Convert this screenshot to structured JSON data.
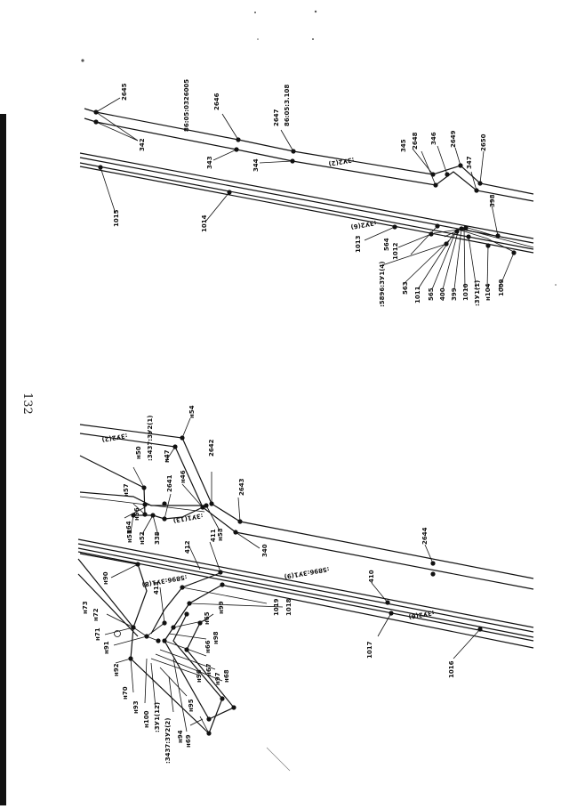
{
  "page_number": "132",
  "labels": {
    "top": [
      "2645",
      "342",
      "2646",
      "86:05:0326005",
      "2647",
      "86:05:3.108",
      "343",
      "344",
      "345",
      "2648",
      "346",
      "2649",
      "347",
      "2650",
      ":3У2(2)",
      "1015",
      "1014",
      "1013",
      ":3У2(6)",
      "564",
      "1012",
      "398",
      ":5896:3У1(4)",
      "563",
      "1011",
      "565",
      "400",
      "399",
      "1010",
      ":3У1(1)",
      "н104",
      "1009"
    ],
    "bottom": [
      ":3437:3У2(1)",
      "н54",
      ":3У2(2)",
      "н47",
      "н50",
      "2642",
      "н46",
      "2641",
      "н57",
      "2643",
      "н56",
      "н64",
      "н51",
      "н52",
      "338",
      "н53",
      ":3У1(13)",
      "340",
      "411",
      "412",
      "2644",
      ":5896:3У1(9)",
      ":5896:3У1(8)",
      "н90",
      "н73",
      "413",
      "410",
      "н72",
      "н71",
      "н91",
      "н65",
      "н99",
      "1019",
      "1018",
      "н98",
      "н66",
      "н67",
      "н97",
      "н96",
      "н92",
      "1017",
      ":3У2(6)",
      "1016",
      "н70",
      "н68",
      "н93",
      "н95",
      "н100",
      ":3У1(12)",
      "н94",
      ":3437:3У2(2)",
      "н69"
    ]
  }
}
